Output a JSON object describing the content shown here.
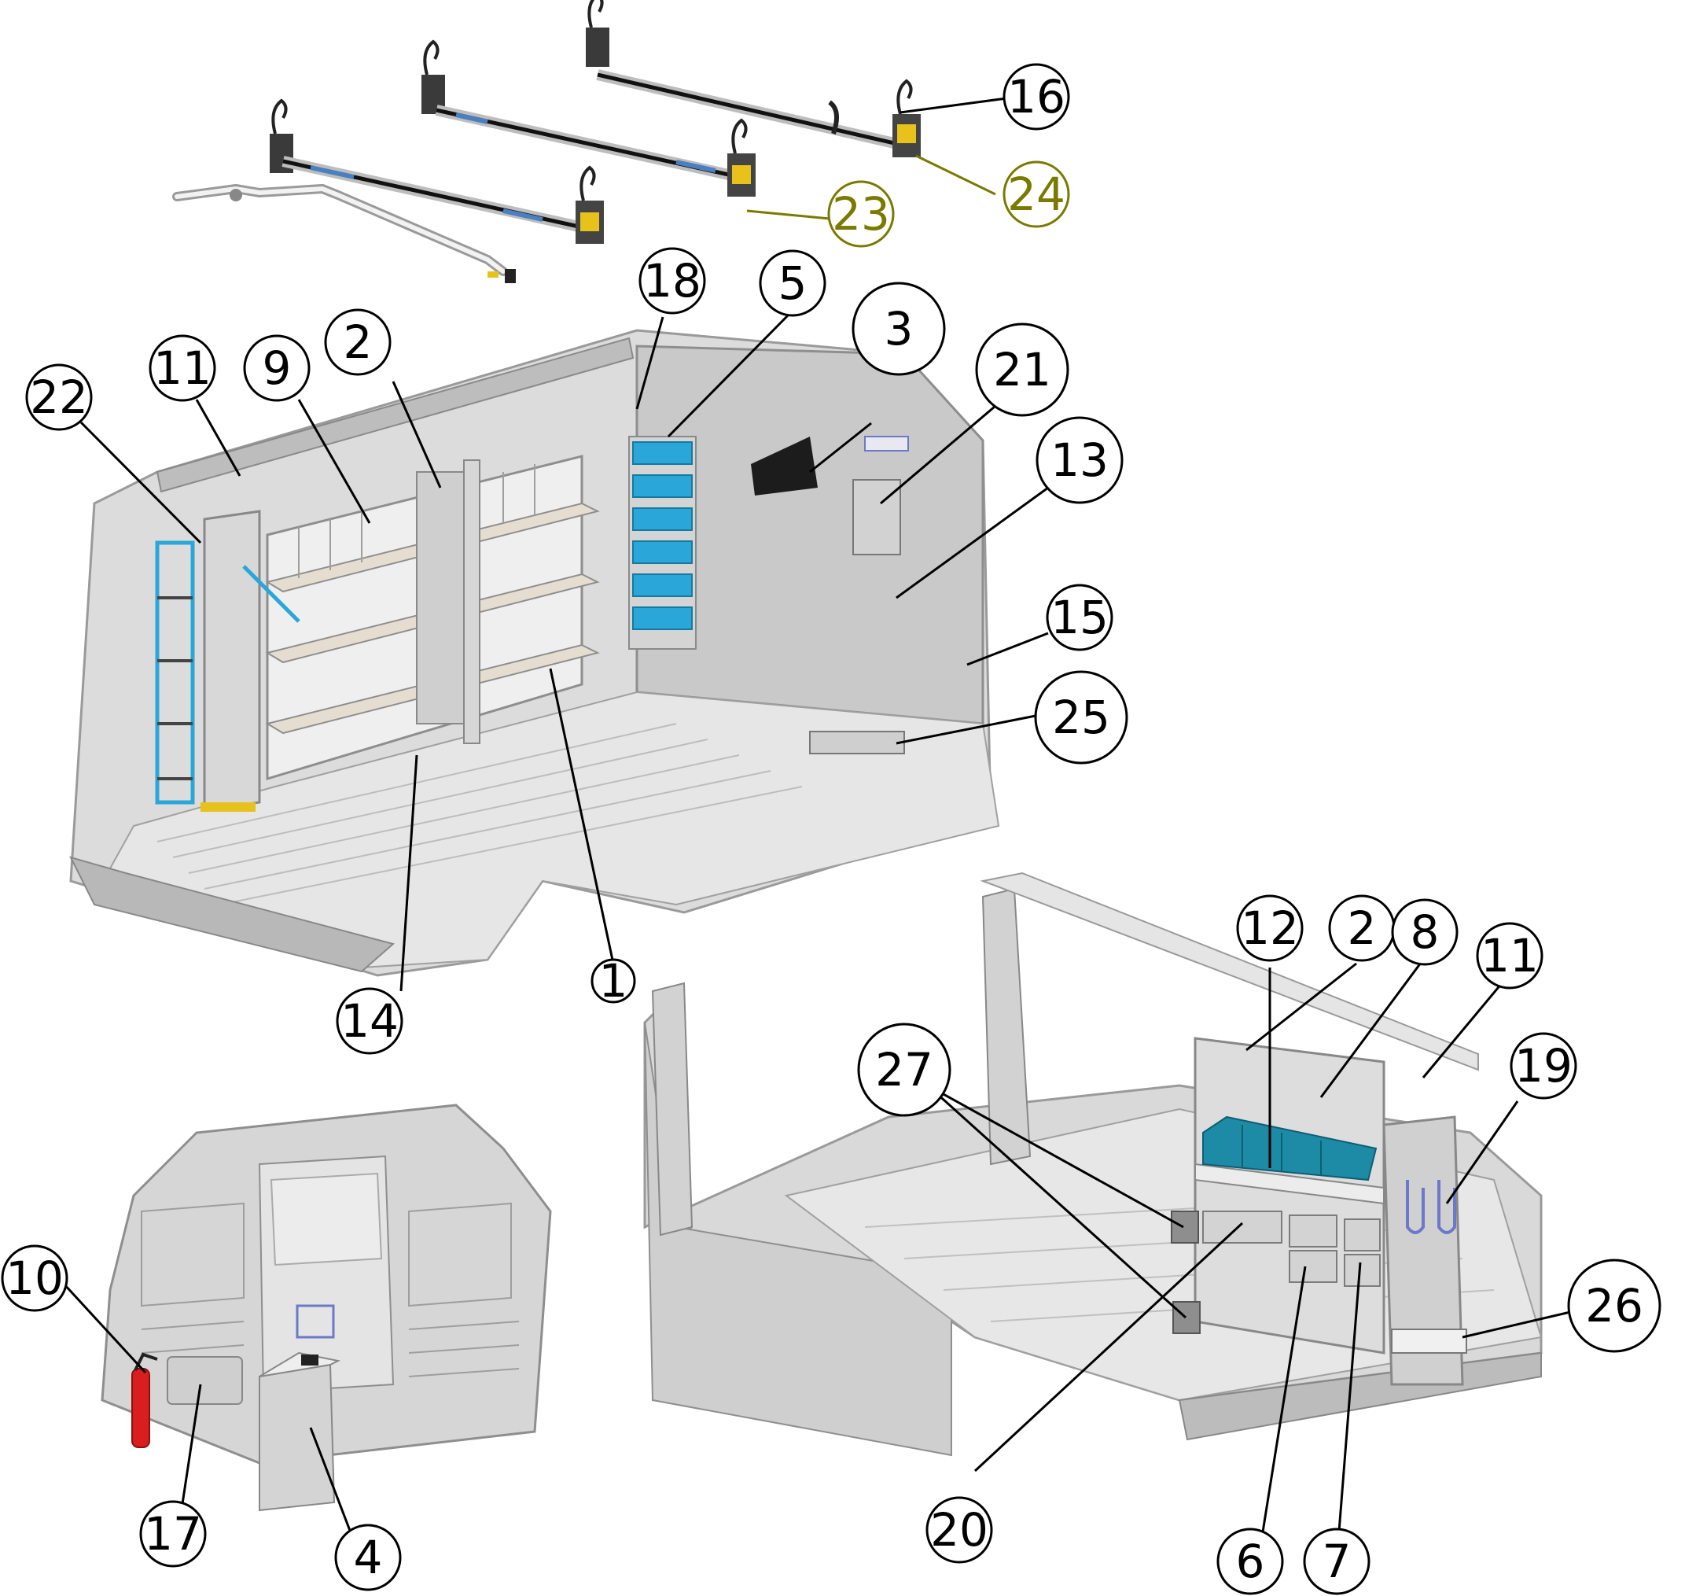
{
  "diagram": {
    "kind": "exploded-parts-view",
    "views": [
      {
        "name": "ladder-racks"
      },
      {
        "name": "driver-side-cargo-area"
      },
      {
        "name": "partition-wall"
      },
      {
        "name": "passenger-side-cargo-area"
      }
    ],
    "colors": {
      "line": "#000000",
      "highlight": "#7a7a00",
      "metal": "#cfcfcf",
      "metal_dark": "#9a9a9a",
      "bin_blue": "#2aa6d8",
      "bin_teal": "#1d8aa6",
      "extinguisher": "#d81e1e",
      "hardware_yellow": "#e7c21a"
    },
    "callouts": [
      {
        "id": "c16",
        "label": "16",
        "highlight": false
      },
      {
        "id": "c24",
        "label": "24",
        "highlight": true
      },
      {
        "id": "c23",
        "label": "23",
        "highlight": true
      },
      {
        "id": "c18",
        "label": "18",
        "highlight": false
      },
      {
        "id": "c5",
        "label": "5",
        "highlight": false
      },
      {
        "id": "c3",
        "label": "3",
        "highlight": false
      },
      {
        "id": "c21",
        "label": "21",
        "highlight": false
      },
      {
        "id": "c13",
        "label": "13",
        "highlight": false
      },
      {
        "id": "c15",
        "label": "15",
        "highlight": false
      },
      {
        "id": "c25",
        "label": "25",
        "highlight": false
      },
      {
        "id": "c22",
        "label": "22",
        "highlight": false
      },
      {
        "id": "c11a",
        "label": "11",
        "highlight": false
      },
      {
        "id": "c9",
        "label": "9",
        "highlight": false
      },
      {
        "id": "c2a",
        "label": "2",
        "highlight": false
      },
      {
        "id": "c1",
        "label": "1",
        "highlight": false
      },
      {
        "id": "c14",
        "label": "14",
        "highlight": false
      },
      {
        "id": "c12",
        "label": "12",
        "highlight": false
      },
      {
        "id": "c2b",
        "label": "2",
        "highlight": false
      },
      {
        "id": "c8",
        "label": "8",
        "highlight": false
      },
      {
        "id": "c11b",
        "label": "11",
        "highlight": false
      },
      {
        "id": "c19",
        "label": "19",
        "highlight": false
      },
      {
        "id": "c27",
        "label": "27",
        "highlight": false
      },
      {
        "id": "c26",
        "label": "26",
        "highlight": false
      },
      {
        "id": "c20",
        "label": "20",
        "highlight": false
      },
      {
        "id": "c6",
        "label": "6",
        "highlight": false
      },
      {
        "id": "c7",
        "label": "7",
        "highlight": false
      },
      {
        "id": "c10",
        "label": "10",
        "highlight": false
      },
      {
        "id": "c17",
        "label": "17",
        "highlight": false
      },
      {
        "id": "c4",
        "label": "4",
        "highlight": false
      }
    ]
  }
}
